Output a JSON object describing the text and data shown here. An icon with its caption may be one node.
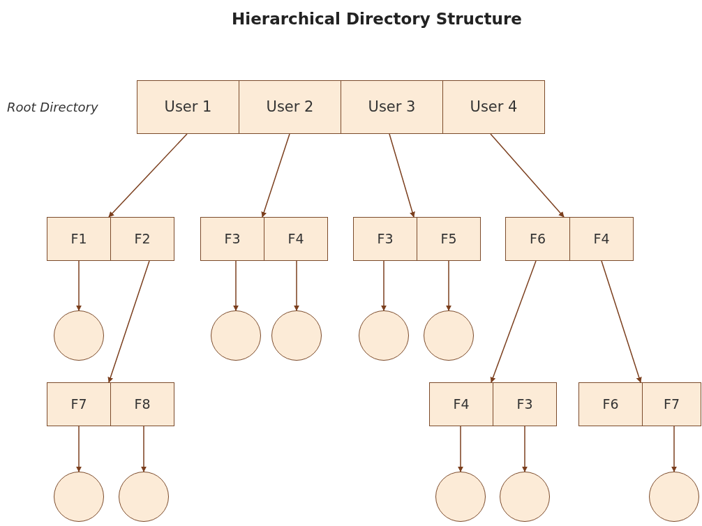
{
  "diagram": {
    "title": "Hierarchical Directory Structure",
    "nodes": [
      {
        "text": [
          "User 1"
        ]
      },
      {
        "text": [
          "User 2"
        ]
      },
      {
        "text": [
          "User 3"
        ]
      },
      {
        "text": [
          "User 4"
        ]
      },
      {
        "text": [
          "F1"
        ]
      },
      {
        "text": [
          "F2"
        ]
      },
      {
        "text": [
          "F3"
        ]
      },
      {
        "text": [
          "F4"
        ]
      },
      {
        "text": [
          "F3"
        ]
      },
      {
        "text": [
          "F5"
        ]
      },
      {
        "text": [
          "F6"
        ]
      },
      {
        "text": [
          "F4"
        ]
      },
      {
        "text": [],
        "shape": "circle"
      },
      {
        "text": [],
        "shape": "circle"
      },
      {
        "text": [],
        "shape": "circle"
      },
      {
        "text": [],
        "shape": "circle"
      },
      {
        "text": [],
        "shape": "circle"
      },
      {
        "text": [
          "F7"
        ]
      },
      {
        "text": [
          "F8"
        ]
      },
      {
        "text": [
          "F4"
        ]
      },
      {
        "text": [
          "F3"
        ]
      },
      {
        "text": [
          "F6"
        ]
      },
      {
        "text": [
          "F7"
        ]
      },
      {
        "text": [],
        "shape": "circle"
      },
      {
        "text": [],
        "shape": "circle"
      },
      {
        "text": [],
        "shape": "circle"
      },
      {
        "text": [],
        "shape": "circle"
      },
      {
        "text": [],
        "shape": "circle"
      }
    ],
    "edges": [
      {
        "from": 0,
        "to": 4,
        "arrow": "to"
      },
      {
        "from": 1,
        "to": 6,
        "arrow": "to"
      },
      {
        "from": 2,
        "to": 8,
        "arrow": "to"
      },
      {
        "from": 3,
        "to": 10,
        "arrow": "to"
      },
      {
        "from": 4,
        "to": 12,
        "arrow": "to"
      },
      {
        "from": 5,
        "to": 17,
        "arrow": "to"
      },
      {
        "from": 6,
        "to": 13,
        "arrow": "to"
      },
      {
        "from": 7,
        "to": 14,
        "arrow": "to"
      },
      {
        "from": 8,
        "to": 15,
        "arrow": "to"
      },
      {
        "from": 9,
        "to": 16,
        "arrow": "to"
      },
      {
        "from": 10,
        "to": 19,
        "arrow": "to"
      },
      {
        "from": 11,
        "to": 21,
        "arrow": "to"
      },
      {
        "from": 17,
        "to": 23,
        "arrow": "to"
      },
      {
        "from": 18,
        "to": 24,
        "arrow": "to"
      },
      {
        "from": 19,
        "to": 25,
        "arrow": "to"
      },
      {
        "from": 20,
        "to": 26,
        "arrow": "to"
      },
      {
        "from": 22,
        "to": 27,
        "arrow": "to"
      }
    ],
    "labels": [
      "Root Directory"
    ]
  }
}
